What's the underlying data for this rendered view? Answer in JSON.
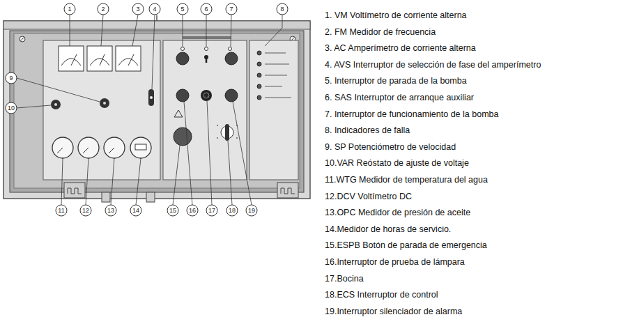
{
  "diagram": {
    "labels": [
      "1",
      "2",
      "3",
      "4",
      "5",
      "6",
      "7",
      "8",
      "9",
      "10",
      "11",
      "12",
      "13",
      "14",
      "15",
      "16",
      "17",
      "18",
      "19",
      "1. VM Voltímetro de corriente alterna",
      "2. FM Medidor de frecuencia",
      "3. AC Amperímetro de corriente alterna",
      "4. AVS Interruptor de selección de fase del amperímetro",
      "5. Interruptor de parada de la bomba",
      "6. SAS Interruptor de arranque auxiliar",
      "7. Interruptor de funcionamiento de la bomba",
      "8. Indicadores de falla",
      "9. SP Potenciómetro de velocidad",
      "10.VAR Reóstato de ajuste de voltaje",
      "11.WTG Medidor de temperatura del agua",
      "12.DCV Voltímetro DC",
      "13.OPC Medidor de presión de aceite",
      "14.Medidor de horas de servicio.",
      "15.ESPB Botón de parada de emergencia",
      "16.Interruptor de prueba de lámpara",
      "17.Bocina",
      "18.ECS Interruptor de control",
      "19.Interruptor silenciador de alarma"
    ]
  }
}
